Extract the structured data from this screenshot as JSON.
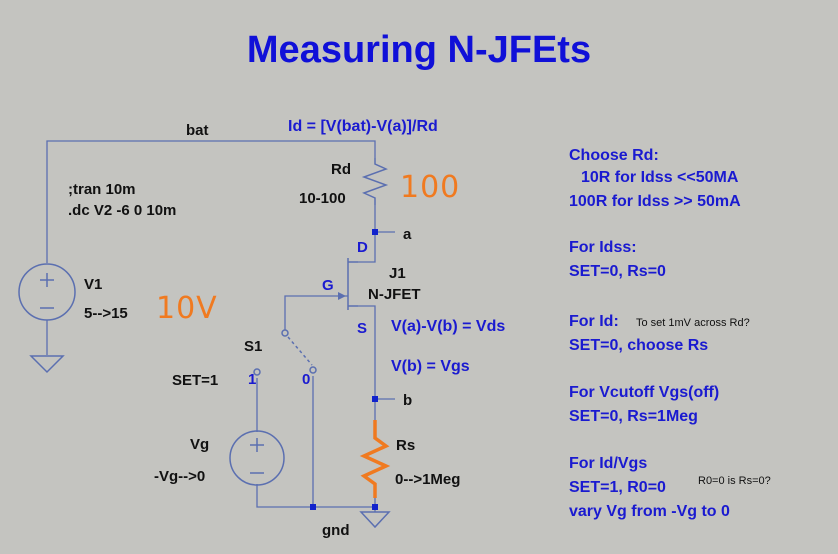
{
  "title": "Measuring N-JFEts",
  "nets": {
    "bat": "bat",
    "a": "a",
    "b": "b",
    "gnd": "gnd"
  },
  "directives": {
    "tran": ";tran 10m",
    "dc": ".dc V2 -6 0 10m"
  },
  "formulas": {
    "id": "Id = [V(bat)-V(a)]/Rd",
    "vds": "V(a)-V(b) = Vds",
    "vgs": "V(b) = Vgs"
  },
  "components": {
    "v1": {
      "name": "V1",
      "value": "5-->15",
      "annotation": "10V"
    },
    "rd": {
      "name": "Rd",
      "value": "10-100",
      "annotation": "100"
    },
    "j1": {
      "name": "J1",
      "type": "N-JFET",
      "drain": "D",
      "gate": "G",
      "source": "S"
    },
    "s1": {
      "name": "S1",
      "setting": "SET=1",
      "pos1": "1",
      "pos0": "0"
    },
    "vg": {
      "name": "Vg",
      "value": "-Vg-->0"
    },
    "rs": {
      "name": "Rs",
      "value": "0-->1Meg"
    }
  },
  "notes": {
    "choose_rd": {
      "heading": "Choose Rd:",
      "line1": "10R for Idss <<50MA",
      "line2": "100R for Idss >> 50mA"
    },
    "idss": {
      "heading": "For Idss:",
      "line1": "SET=0, Rs=0"
    },
    "id": {
      "heading": "For Id:",
      "small": "To set 1mV across Rd?",
      "line1": "SET=0, choose Rs"
    },
    "vcutoff": {
      "heading": "For Vcutoff Vgs(off)",
      "line1": "SET=0, Rs=1Meg"
    },
    "id_vgs": {
      "heading": "For Id/Vgs",
      "line1": "SET=1, R0=0",
      "small": "R0=0 is Rs=0?",
      "line2": "vary Vg from -Vg to 0"
    }
  },
  "colors": {
    "background": "#c4c4c0",
    "wire": "#5b6fb0",
    "title": "#1010d8",
    "note_text": "#1a1ad0",
    "highlight": "#f07a20"
  }
}
